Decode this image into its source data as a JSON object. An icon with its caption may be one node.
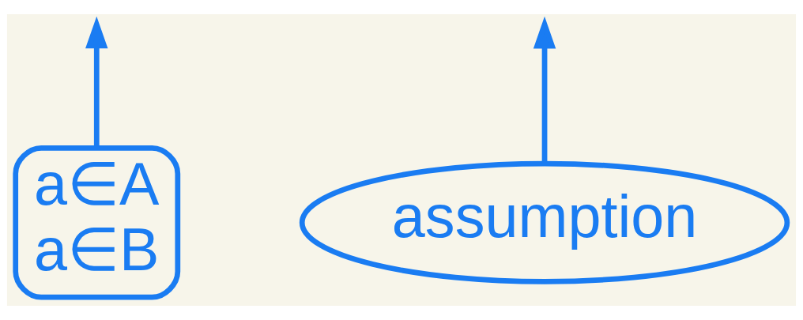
{
  "diagram": {
    "nodes": [
      {
        "text": [
          "a∈A",
          "a∈B"
        ]
      },
      {
        "text": [
          "assumption"
        ]
      }
    ],
    "edges": [
      {
        "from": 0,
        "to": null,
        "arrow": "to"
      },
      {
        "from": 1,
        "to": null,
        "arrow": "to"
      }
    ]
  }
}
